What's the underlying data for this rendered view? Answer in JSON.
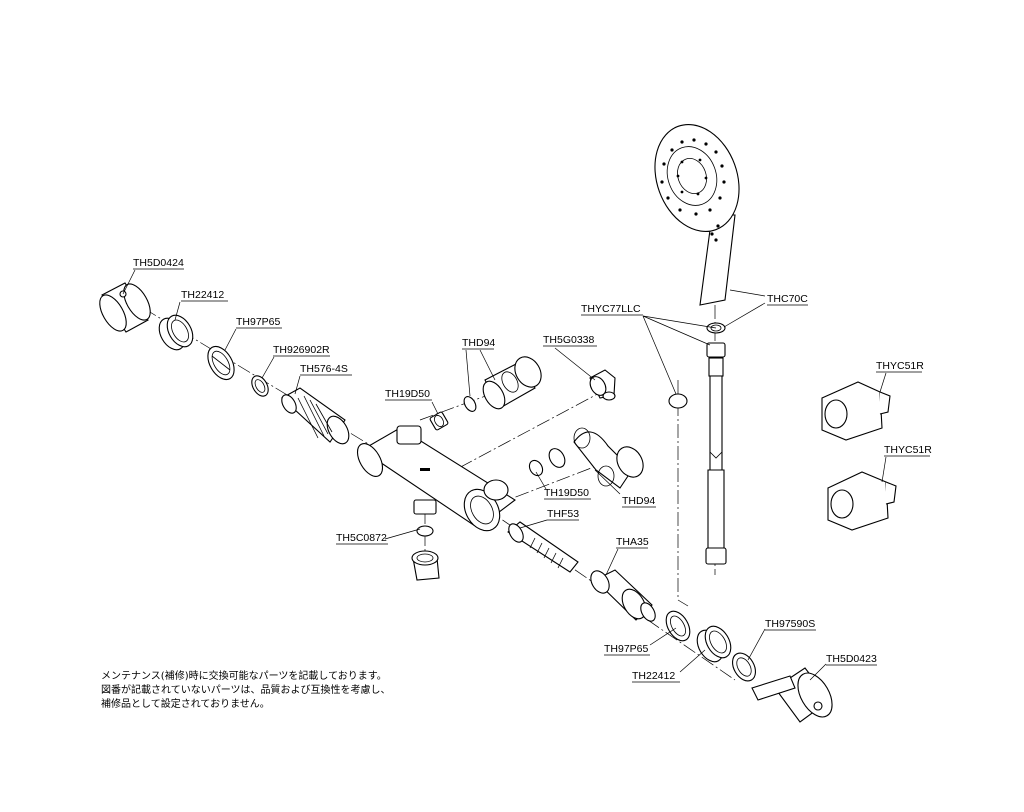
{
  "labels": {
    "th5d0424": "TH5D0424",
    "th22412_top": "TH22412",
    "th97p65_top": "TH97P65",
    "th926902r": "TH926902R",
    "th576_4s": "TH576-4S",
    "th19d50_top": "TH19D50",
    "thd94_top": "THD94",
    "th5g0338": "TH5G0338",
    "thyc77llc": "THYC77LLC",
    "thc70c": "THC70C",
    "thyc51r_a": "THYC51R",
    "thyc51r_b": "THYC51R",
    "th19d50_mid": "TH19D50",
    "thd94_mid": "THD94",
    "thf53": "THF53",
    "th5c0872": "TH5C0872",
    "tha35": "THA35",
    "th97p65_bottom": "TH97P65",
    "th97590s": "TH97590S",
    "th22412_bottom": "TH22412",
    "th5d0423": "TH5D0423"
  },
  "note": {
    "line1": "メンテナンス(補修)時に交換可能なパーツを記載しております。",
    "line2": "図番が記載されていないパーツは、品質および互換性を考慮し、",
    "line3": "補修品として設定されておりません。"
  }
}
